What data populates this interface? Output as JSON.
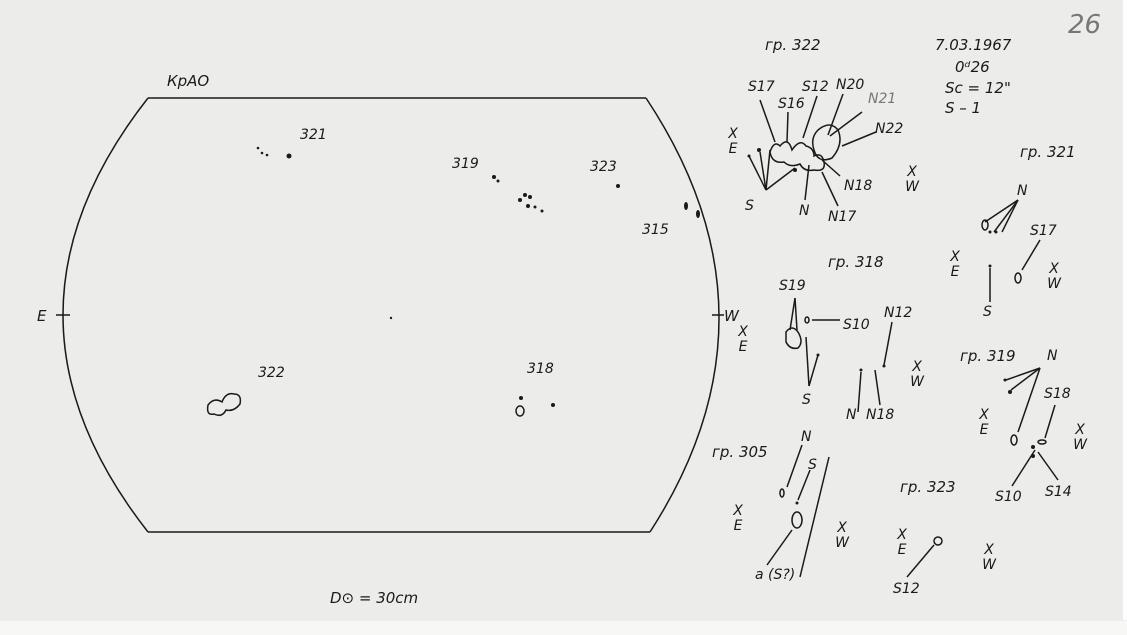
{
  "sheet": {
    "page_number": "26",
    "observatory": "КрАО",
    "diameter": "D⊙ = 30cm",
    "disk_east": "E",
    "disk_west": "W"
  },
  "observation": {
    "date": "7.03.1967",
    "time": "0ᵈ26",
    "scale": "Sc = 12\"",
    "seeing": "S – 1"
  },
  "disk_groups": [
    "321",
    "319",
    "323",
    "315",
    "322",
    "318"
  ],
  "compass": {
    "x": "X",
    "e": "E",
    "w": "W"
  },
  "groups": {
    "g322": {
      "title": "гр. 322",
      "labels": [
        "S17",
        "S16",
        "S12",
        "N20",
        "N21",
        "N22",
        "N18",
        "N17",
        "N",
        "S"
      ]
    },
    "g321": {
      "title": "гр. 321",
      "labels": [
        "N",
        "S17",
        "S"
      ]
    },
    "g318": {
      "title": "гр. 318",
      "labels": [
        "S19",
        "S10",
        "N12",
        "S",
        "N",
        "N18"
      ]
    },
    "g319": {
      "title": "гр. 319",
      "labels": [
        "N",
        "S18",
        "S10",
        "S14"
      ]
    },
    "g305": {
      "title": "гр. 305",
      "labels": [
        "N",
        "S",
        "a (S?)"
      ]
    },
    "g323": {
      "title": "гр. 323",
      "labels": [
        "S12"
      ]
    }
  }
}
